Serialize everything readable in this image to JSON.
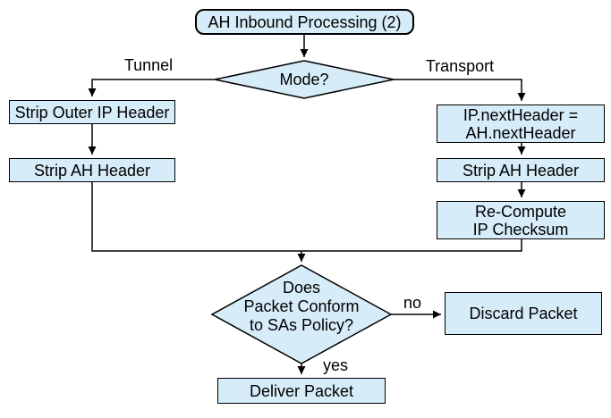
{
  "diagram": {
    "title": "AH Inbound Processing (2)",
    "colors": {
      "node_fill": "#d6ecf8",
      "node_border": "#000000",
      "line": "#000000",
      "text": "#000000",
      "background": "#ffffff"
    },
    "nodes": {
      "start": {
        "label": "AH Inbound Processing (2)",
        "type": "terminator"
      },
      "mode": {
        "label": "Mode?",
        "type": "decision"
      },
      "strip_outer_ip": {
        "label": "Strip Outer IP Header",
        "type": "process"
      },
      "strip_ah_left": {
        "label": "Strip AH Header",
        "type": "process"
      },
      "ip_next_header": {
        "lines": [
          "IP.nextHeader =",
          "AH.nextHeader"
        ],
        "type": "process"
      },
      "strip_ah_right": {
        "label": "Strip AH Header",
        "type": "process"
      },
      "recompute_checksum": {
        "lines": [
          "Re-Compute",
          "IP Checksum"
        ],
        "type": "process"
      },
      "policy_check": {
        "lines": [
          "Does",
          "Packet Conform",
          "to SAs Policy?"
        ],
        "type": "decision"
      },
      "discard": {
        "label": "Discard Packet",
        "type": "process"
      },
      "deliver": {
        "label": "Deliver Packet",
        "type": "process"
      }
    },
    "edge_labels": {
      "tunnel": "Tunnel",
      "transport": "Transport",
      "no": "no",
      "yes": "yes"
    }
  }
}
